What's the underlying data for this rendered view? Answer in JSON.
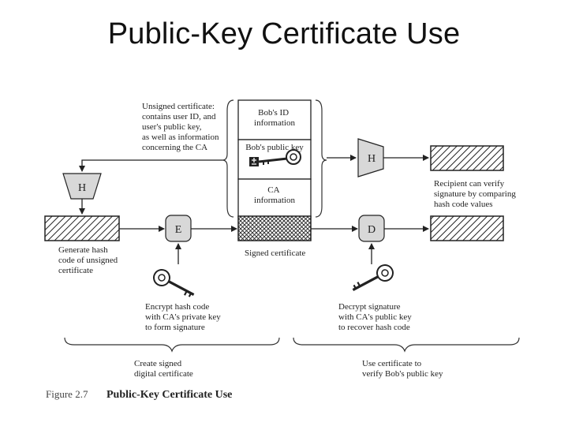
{
  "title": "Public-Key Certificate Use",
  "certificate": {
    "id_info": [
      "Bob's ID",
      "information"
    ],
    "public_key": "Bob's public key",
    "ca_info": [
      "CA",
      "information"
    ]
  },
  "labels": {
    "unsigned": [
      "Unsigned certificate:",
      "contains user ID, and",
      "user's public key,",
      "as well as information",
      "concerning the CA"
    ],
    "generate_hash": [
      "Generate hash",
      "code of unsigned",
      "certificate"
    ],
    "signed": "Signed certificate",
    "encrypt": [
      "Encrypt hash code",
      "with CA's private key",
      "to form signature"
    ],
    "decrypt": [
      "Decrypt signature",
      "with CA's public key",
      "to recover hash code"
    ],
    "recipient": [
      "Recipient can verify",
      "signature by comparing",
      "hash code values"
    ],
    "create": [
      "Create signed",
      "digital certificate"
    ],
    "use": [
      "Use certificate to",
      "verify Bob's public key"
    ]
  },
  "blocks": {
    "hash_left": "H",
    "hash_right": "H",
    "encrypt": "E",
    "decrypt": "D"
  },
  "figure": {
    "number": "Figure 2.7",
    "title": "Public-Key Certificate Use"
  },
  "colors": {
    "ink": "#222222",
    "fill_gray": "#d8d8d8"
  }
}
